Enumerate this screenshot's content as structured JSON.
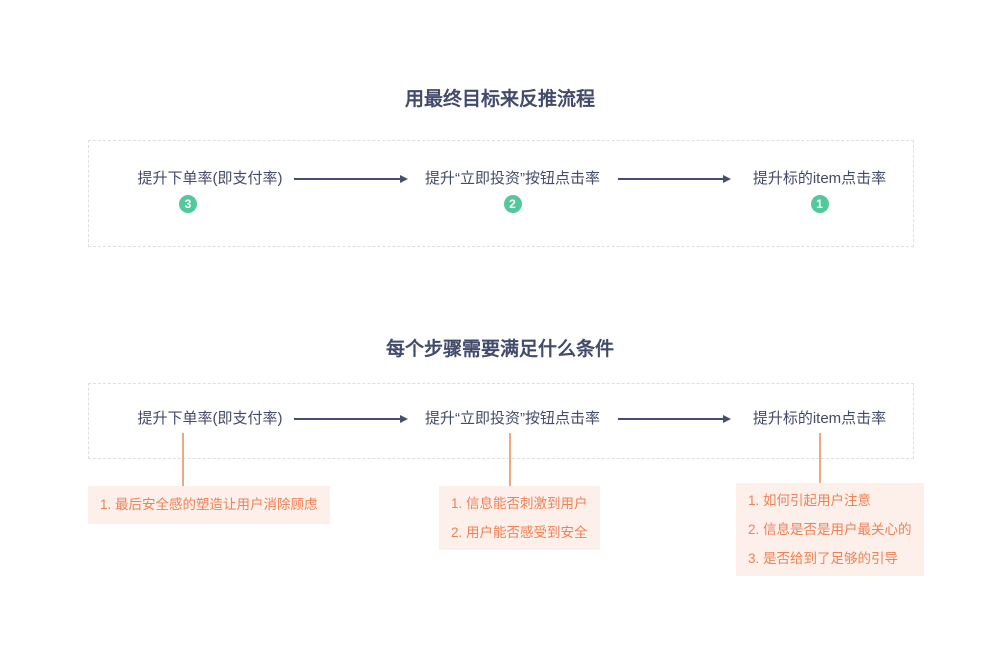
{
  "colors": {
    "text_slate": "#424b6a",
    "badge_green": "#53c89b",
    "callout_text_orange": "#ee8155",
    "callout_bg": "#fdf0eb",
    "connector_orange": "#f4a47f",
    "dashed_border": "#dfdfdf"
  },
  "section_goal": {
    "title": "用最终目标来反推流程",
    "steps": [
      {
        "label": "提升下单率(即支付率)",
        "badge": "3"
      },
      {
        "label": "提升“立即投资”按钮点击率",
        "badge": "2"
      },
      {
        "label": "提升标的item点击率",
        "badge": "1"
      }
    ]
  },
  "section_conditions": {
    "title": "每个步骤需要满足什么条件",
    "steps": [
      {
        "label": "提升下单率(即支付率)"
      },
      {
        "label": "提升“立即投资”按钮点击率"
      },
      {
        "label": "提升标的item点击率"
      }
    ],
    "callouts": [
      {
        "items": [
          "1. 最后安全感的塑造让用户消除顾虑"
        ]
      },
      {
        "items": [
          "1. 信息能否刺激到用户",
          "2. 用户能否感受到安全"
        ]
      },
      {
        "items": [
          "1. 如何引起用户注意",
          "2. 信息是否是用户最关心的",
          "3. 是否给到了足够的引导"
        ]
      }
    ]
  }
}
